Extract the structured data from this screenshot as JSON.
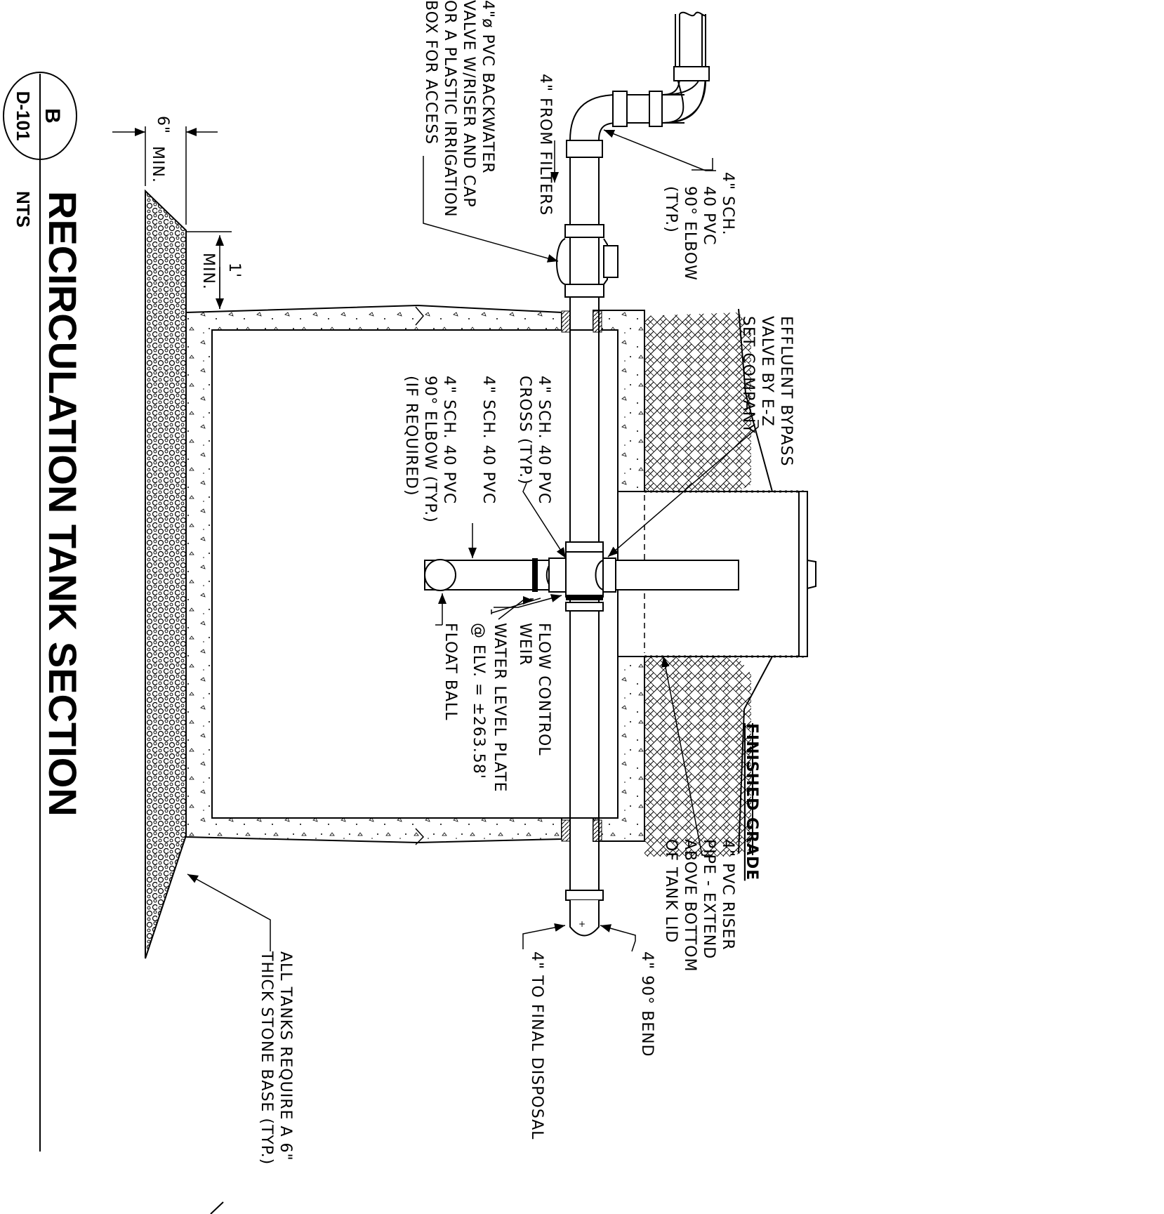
{
  "title": {
    "text": "RECIRCULATION TANK SECTION",
    "scale": "NTS",
    "detail_letter": "B",
    "sheet_ref": "D-101"
  },
  "labels": {
    "elbow_top": [
      "4\" SCH.",
      "40 PVC",
      "90° ELBOW",
      "(TYP.)"
    ],
    "from_filters": "4\" FROM FILTERS",
    "backwater_valve": [
      "4\"ø PVC BACKWATER",
      "VALVE W/RISER AND CAP",
      "OR A PLASTIC IRRIGATION",
      "BOX FOR ACCESS"
    ],
    "min_6": [
      "6\"",
      "MIN."
    ],
    "min_1": [
      "1'",
      "MIN."
    ],
    "bypass_valve": [
      "EFFLUENT BYPASS",
      "VALVE BY E-Z",
      "SET COMPANY"
    ],
    "cross": [
      "4\" SCH. 40 PVC",
      "CROSS (TYP.)"
    ],
    "pvc_pipe": "4\" SCH. 40 PVC",
    "elbow_inner": [
      "4\" SCH. 40 PVC",
      "90° ELBOW (TYP.)",
      "(IF REQUIRED)"
    ],
    "flow_weir": [
      "FLOW CONTROL",
      "WEIR"
    ],
    "water_level": [
      "WATER LEVEL PLATE",
      "@ ELV. = ±263.58'"
    ],
    "float_ball": "FLOAT BALL",
    "finished_grade": "FINISHED GRADE",
    "riser": [
      "4\" PVC RISER",
      "PIPE - EXTEND",
      "ABOVE BOTTOM",
      "OF TANK LID"
    ],
    "bend": "4\" 90° BEND",
    "final_disposal": "4\" TO FINAL DISPOSAL",
    "stone_base": [
      "ALL TANKS REQUIRE A 6\"",
      "THICK STONE BASE (TYP.)"
    ]
  }
}
